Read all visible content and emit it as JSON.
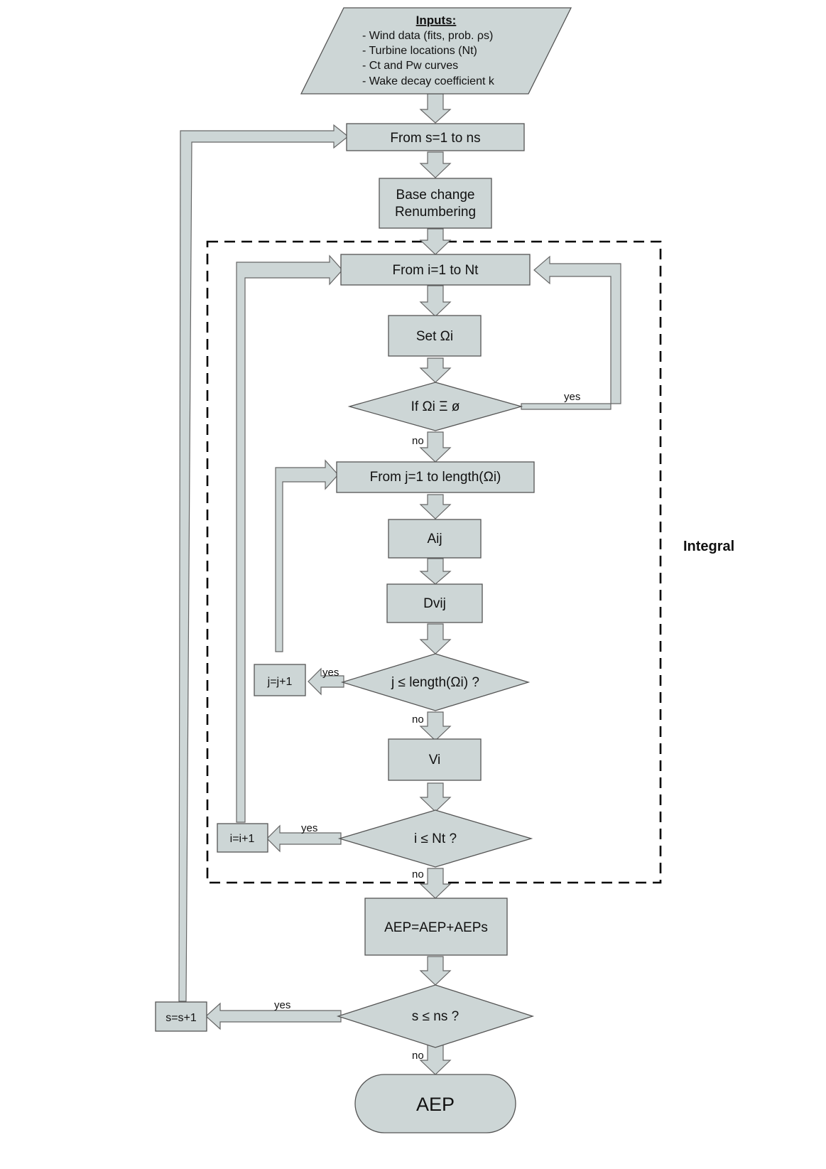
{
  "inputs": {
    "title": "Inputs:",
    "items": [
      "- Wind data (fits, prob. ρs)",
      "- Turbine locations (Nt)",
      "- Ct and Pw curves",
      "- Wake decay coefficient k"
    ]
  },
  "boxes": {
    "loop_s": "From s=1 to ns",
    "base_change_line1": "Base change",
    "base_change_line2": "Renumbering",
    "loop_i": "From i=1 to Nt",
    "set_omega": "Set Ωi",
    "loop_j": "From j=1 to length(Ωi)",
    "aij": "Aij",
    "dvij": "Dvij",
    "vi": "Vi",
    "aep_update": "AEP=AEP+AEPs",
    "inc_j": "j=j+1",
    "inc_i": "i=i+1",
    "inc_s": "s=s+1"
  },
  "decisions": {
    "omega_empty": "If  Ωi Ξ ø",
    "j_check": "j ≤ length(Ωi) ?",
    "i_check": "i ≤ Nt ?",
    "s_check": "s ≤ ns ?"
  },
  "edge_labels": {
    "yes": "yes",
    "no": "no"
  },
  "terminal": "AEP",
  "region_label": "Integral"
}
